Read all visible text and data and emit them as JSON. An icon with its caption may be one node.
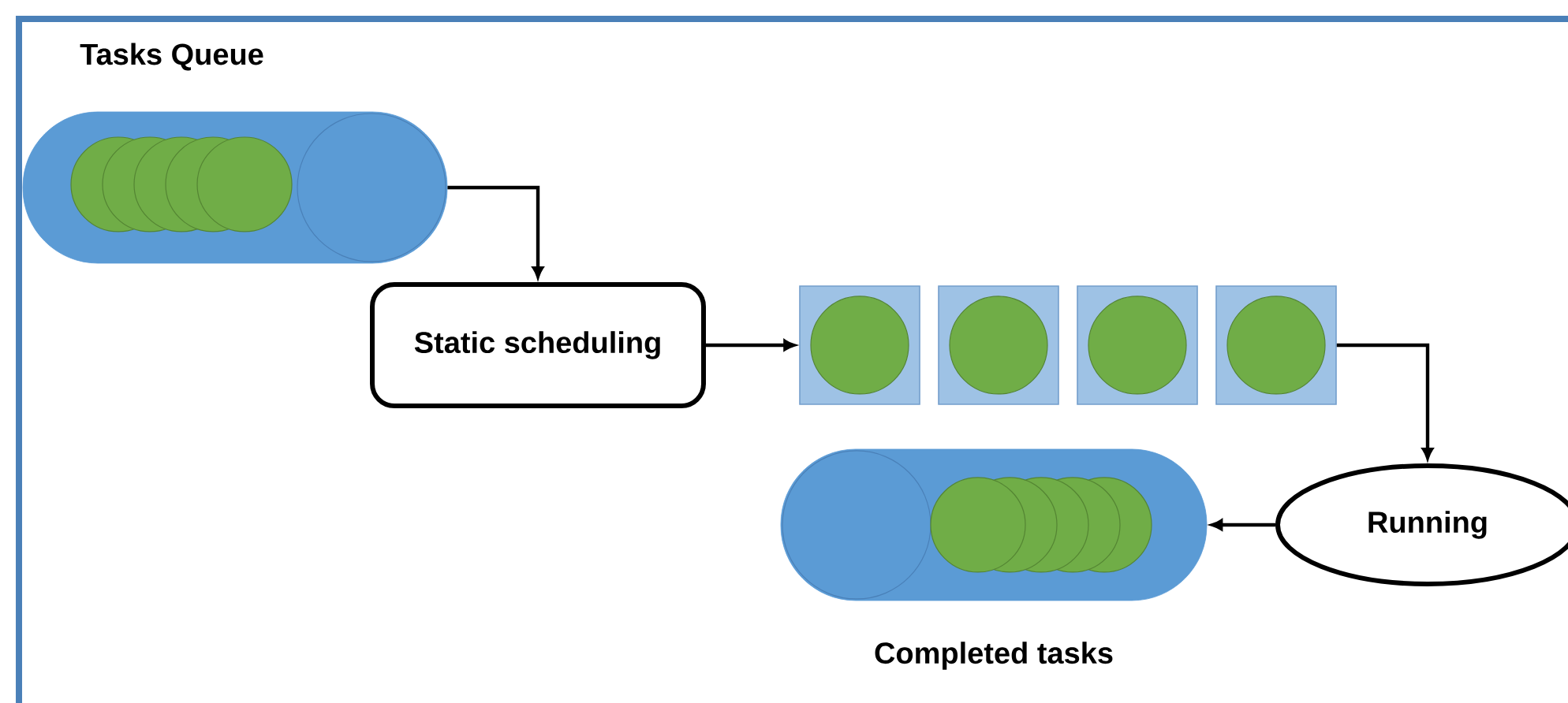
{
  "diagram": {
    "nodes": [
      {
        "text": [
          "Tasks Queue"
        ]
      },
      {
        "text": [
          "Static scheduling"
        ]
      },
      {
        "text": [],
        "shape": "box"
      },
      {
        "text": [],
        "shape": "box"
      },
      {
        "text": [],
        "shape": "box"
      },
      {
        "text": [],
        "shape": "box"
      },
      {
        "text": [
          "Running"
        ]
      },
      {
        "text": [
          "Completed tasks"
        ]
      }
    ],
    "edges": [
      {
        "from": 0,
        "to": 1,
        "arrow": "to"
      },
      {
        "from": 1,
        "to": 2,
        "arrow": "to"
      },
      {
        "from": 5,
        "to": 6,
        "arrow": "to"
      },
      {
        "from": 6,
        "to": 7,
        "arrow": "to"
      }
    ]
  }
}
